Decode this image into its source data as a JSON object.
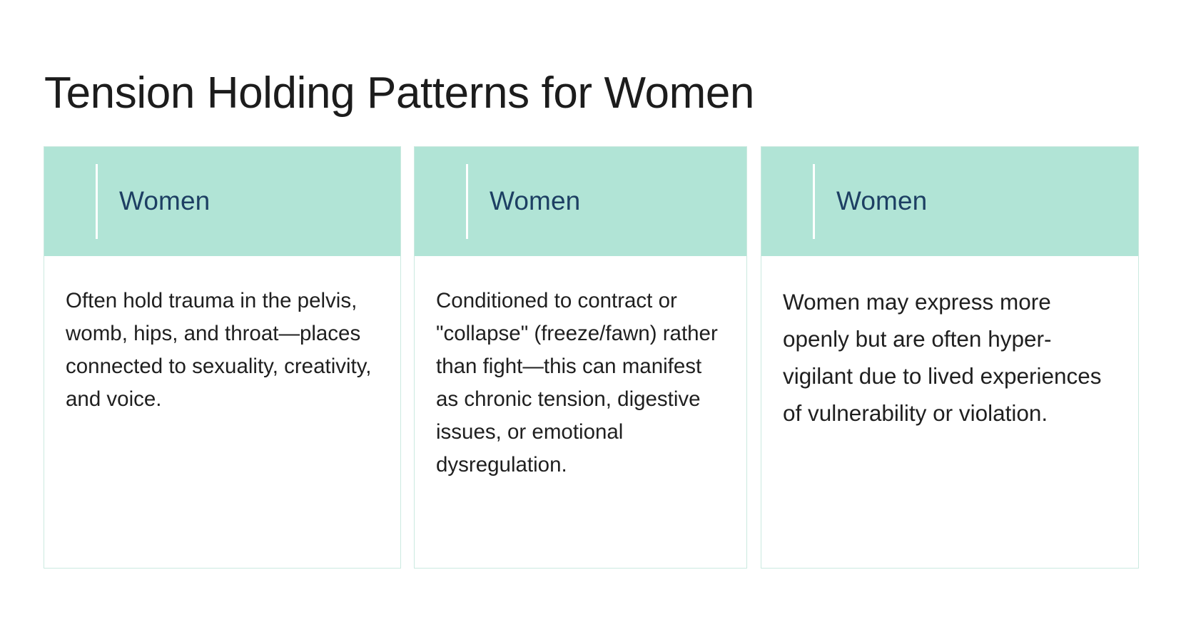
{
  "slide": {
    "title": "Tension Holding Patterns for Women",
    "background_color": "#ffffff",
    "title_color": "#1c1c1c",
    "accent_color": "#b1e4d6",
    "header_label_color": "#1d3f63",
    "card_border_color": "#cbeae0",
    "body_text_color": "#1f1f1f",
    "rule_color": "#ffffff"
  },
  "cards": [
    {
      "label": "Women",
      "body": "Often hold trauma in the pelvis, womb, hips, and throat—places connected to sexuality, creativity, and voice."
    },
    {
      "label": "Women",
      "body": "Conditioned to contract or \"collapse\" (freeze/fawn) rather than fight—this can manifest as chronic tension, digestive issues, or emotional dysregulation."
    },
    {
      "label": "Women",
      "body": "Women may express more openly but are often hyper-vigilant due to lived experiences of vulnerability or violation."
    }
  ]
}
